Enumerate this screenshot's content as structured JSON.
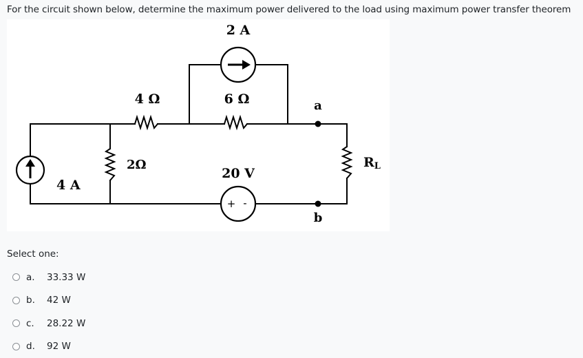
{
  "question": {
    "text": "For the circuit shown below, determine the maximum power delivered to the load using maximum power transfer theorem"
  },
  "circuit": {
    "label_2a": "2 A",
    "label_4ohm": "4 Ω",
    "label_6ohm": "6 Ω",
    "label_2ohm": "2Ω",
    "label_4a": "4 A",
    "label_20v": "20 V",
    "label_plus": "+",
    "label_minus": "-",
    "label_a": "a",
    "label_b": "b",
    "label_rl_main": "R",
    "label_rl_sub": "L"
  },
  "answer": {
    "prompt": "Select one:",
    "options": [
      {
        "letter": "a.",
        "text": "33.33 W"
      },
      {
        "letter": "b.",
        "text": "42 W"
      },
      {
        "letter": "c.",
        "text": "28.22 W"
      },
      {
        "letter": "d.",
        "text": "92 W"
      }
    ]
  }
}
